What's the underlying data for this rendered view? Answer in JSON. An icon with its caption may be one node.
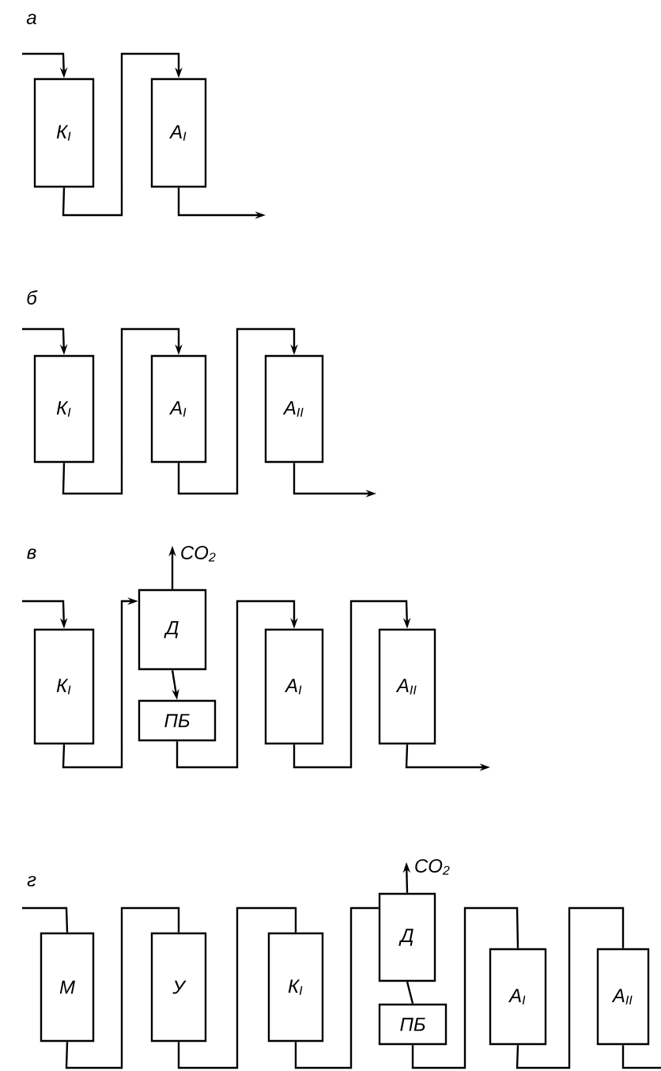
{
  "diagram": {
    "nodes": [
      {
        "text": [
          "К$_{I}$"
        ]
      },
      {
        "text": [
          "А$_{I}$"
        ]
      },
      {
        "text": [
          "К$_{I}$"
        ]
      },
      {
        "text": [
          "А$_{I}$"
        ]
      },
      {
        "text": [
          "А$_{II}$"
        ]
      },
      {
        "text": [
          "К$_{I}$"
        ]
      },
      {
        "text": [
          "Д"
        ]
      },
      {
        "text": [
          "ПБ"
        ]
      },
      {
        "text": [
          "А$_{I}$"
        ]
      },
      {
        "text": [
          "А$_{II}$"
        ]
      },
      {
        "text": [
          "М"
        ]
      },
      {
        "text": [
          "У"
        ]
      },
      {
        "text": [
          "К$_{I}$"
        ]
      },
      {
        "text": [
          "Д"
        ]
      },
      {
        "text": [
          "ПБ"
        ]
      },
      {
        "text": [
          "А$_{I}$"
        ]
      },
      {
        "text": [
          "А$_{II}$"
        ]
      }
    ],
    "edges": [
      {
        "from": null,
        "to": 0,
        "arrow": "to"
      },
      {
        "from": 0,
        "to": 1,
        "arrow": "to"
      },
      {
        "from": 1,
        "to": null,
        "arrow": "to"
      },
      {
        "from": null,
        "to": 2,
        "arrow": "to"
      },
      {
        "from": 2,
        "to": 3,
        "arrow": "to"
      },
      {
        "from": 3,
        "to": 4,
        "arrow": "to"
      },
      {
        "from": 4,
        "to": null,
        "arrow": "to"
      },
      {
        "from": null,
        "to": 5,
        "arrow": "to"
      },
      {
        "from": 5,
        "to": 6,
        "arrow": "to"
      },
      {
        "from": 6,
        "to": 7,
        "arrow": "to"
      },
      {
        "from": 7,
        "to": 8,
        "arrow": "to"
      },
      {
        "from": 8,
        "to": 9,
        "arrow": "to"
      },
      {
        "from": 9,
        "to": null,
        "arrow": "to"
      },
      {
        "from": 6,
        "to": null,
        "arrow": "to",
        "label": "CO$_{2}$"
      },
      {
        "from": null,
        "to": 10,
        "arrow": "none"
      },
      {
        "from": 10,
        "to": 11,
        "arrow": "none"
      },
      {
        "from": 11,
        "to": 12,
        "arrow": "none"
      },
      {
        "from": 12,
        "to": 13,
        "arrow": "none"
      },
      {
        "from": 13,
        "to": 14,
        "arrow": "none"
      },
      {
        "from": 14,
        "to": 15,
        "arrow": "none"
      },
      {
        "from": 15,
        "to": 16,
        "arrow": "none"
      },
      {
        "from": 16,
        "to": null,
        "arrow": "none"
      },
      {
        "from": 13,
        "to": null,
        "arrow": "to",
        "label": "CO$_{2}$"
      }
    ],
    "labels": [
      "а",
      "б",
      "в",
      "г"
    ]
  }
}
